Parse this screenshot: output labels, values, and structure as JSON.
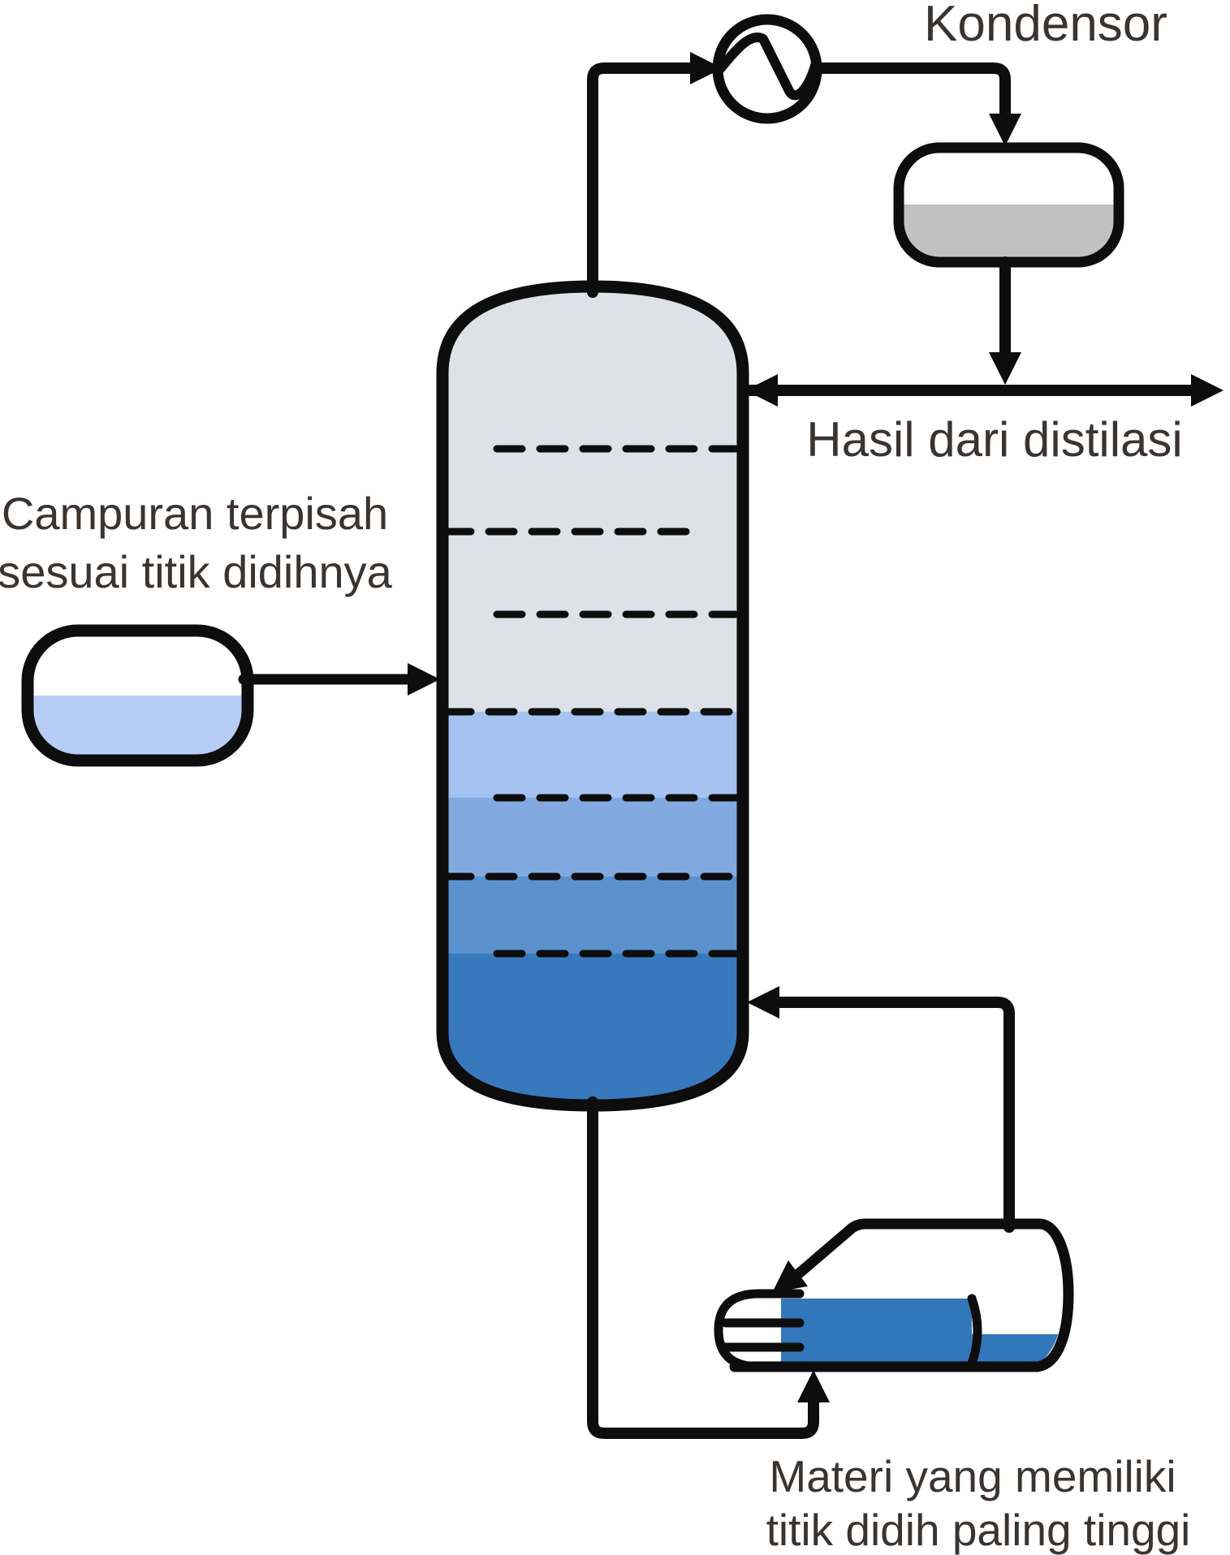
{
  "labels": {
    "condenser": "Kondensor",
    "product": "Hasil dari distilasi",
    "feed_line1": "Campuran terpisah",
    "feed_line2": "sesuai titik didihnya",
    "bottoms_line1": "Materi yang memiliki",
    "bottoms_line2": "titik didih paling tinggi"
  },
  "colors": {
    "line": "#0d0d0d",
    "text": "#3a3431",
    "vessel_fill": "#ffffff",
    "column_section_1": "#dee1e8",
    "column_section_2": "#a5c3f0",
    "column_section_3": "#82aae1",
    "column_section_4": "#5b92cd",
    "column_section_5": "#3879bd",
    "feed_liquid": "#b7cdf5",
    "reflux_drum_liquid": "#c2c1c2",
    "reboiler_liquid": "#3377bb"
  }
}
